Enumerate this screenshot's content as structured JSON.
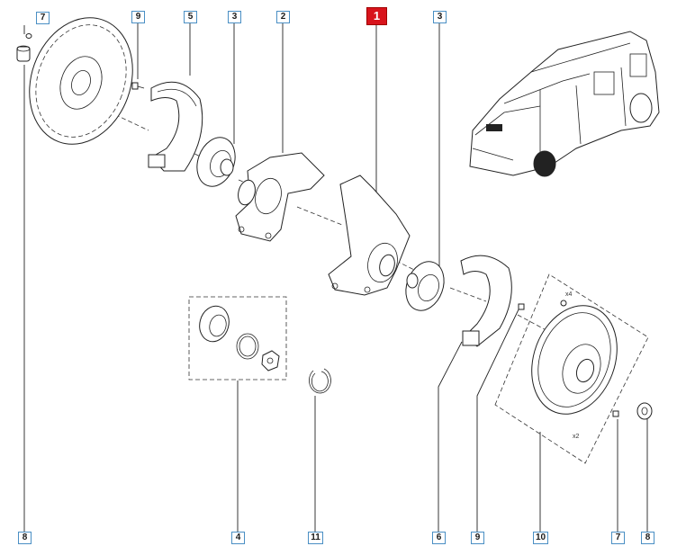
{
  "callouts": {
    "c7_top": "7",
    "c9_top": "9",
    "c5": "5",
    "c3_left": "3",
    "c2": "2",
    "c1": "1",
    "c3_right": "3",
    "c8_bottom": "8",
    "c4": "4",
    "c11": "11",
    "c6": "6",
    "c9_bottom": "9",
    "c10": "10",
    "c7_bottom": "7",
    "c8_bottom_right": "8"
  },
  "multipliers": {
    "x4": "x4",
    "x2": "x2"
  },
  "colors": {
    "callout_border": "#4a8fc4",
    "main_callout": "#d8141c",
    "line": "#222222"
  }
}
